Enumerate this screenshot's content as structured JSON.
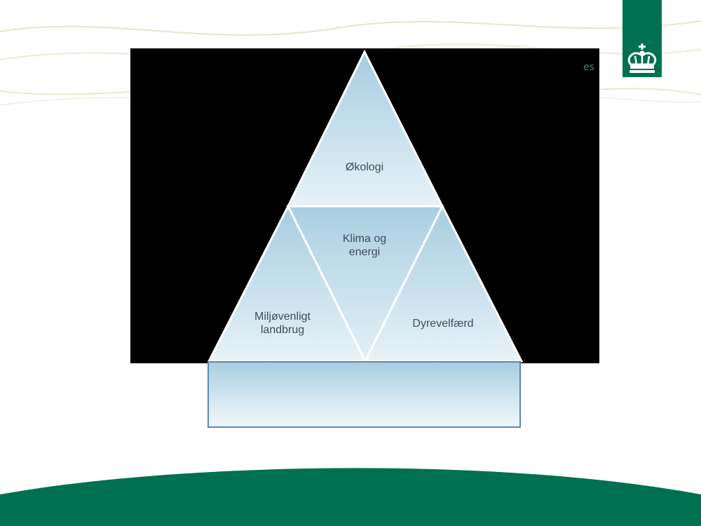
{
  "header": {
    "fragment": "es"
  },
  "diagram": {
    "triangles": [
      {
        "name": "top",
        "label": "Økologi"
      },
      {
        "name": "center",
        "label": "Klima og\nenergi"
      },
      {
        "name": "left",
        "label": "Miljøvenligt\nlandbrug"
      },
      {
        "name": "right",
        "label": "Dyrevelfærd"
      }
    ]
  },
  "colors": {
    "brand_green": "#007150",
    "triangle_light": "#e6f1f7",
    "triangle_dark": "#a6cde0",
    "base_border": "#5e88a8"
  },
  "icons": {
    "logo": "royal-crown-icon"
  }
}
